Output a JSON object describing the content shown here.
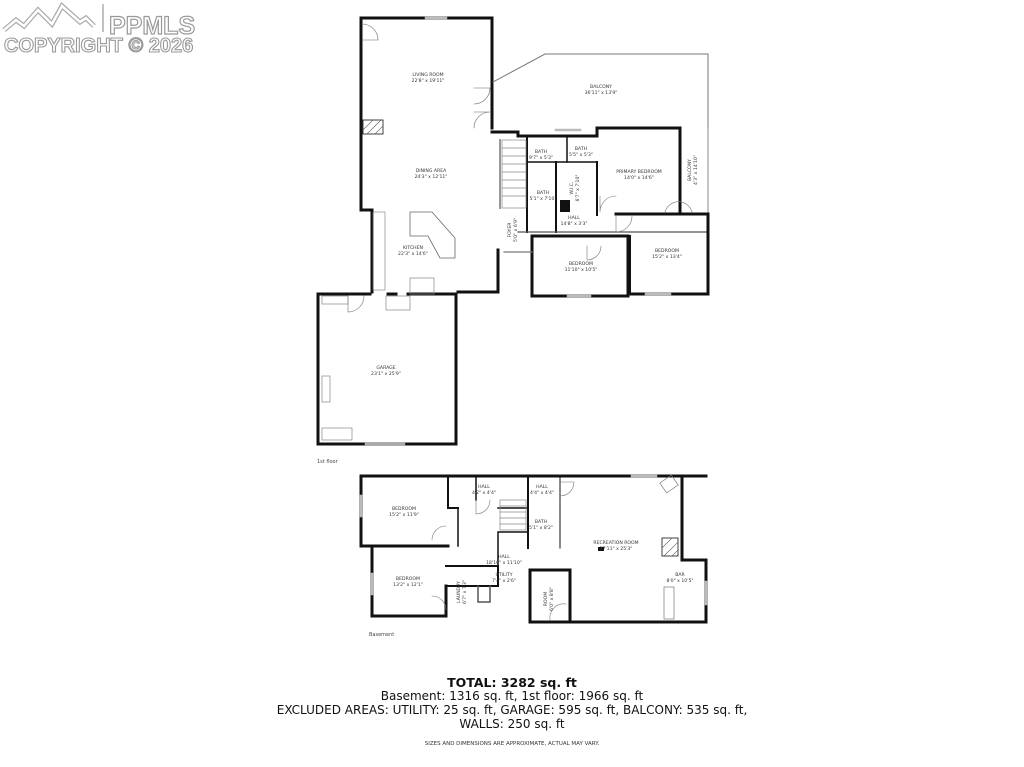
{
  "watermark": {
    "brand": "PPMLS",
    "copyright": "COPYRIGHT © 2026"
  },
  "first_floor": {
    "label": "1st floor",
    "rooms": [
      {
        "name": "LIVING ROOM",
        "dims": "22'8\" x 19'11\""
      },
      {
        "name": "DINING AREA",
        "dims": "24'3\" x 12'11\""
      },
      {
        "name": "KITCHEN",
        "dims": "22'3\" x 14'6\""
      },
      {
        "name": "BALCONY",
        "dims": "36'11\" x 13'9\""
      },
      {
        "name": "BATH",
        "dims": "9'7\" x 5'3\""
      },
      {
        "name": "BATH",
        "dims": "5'5\" x 5'3\""
      },
      {
        "name": "PRIMARY BEDROOM",
        "dims": "14'0\" x 14'6\""
      },
      {
        "name": "BALCONY",
        "dims": "4'3\" x 14'10\""
      },
      {
        "name": "BATH",
        "dims": "5'1\" x 7'10\""
      },
      {
        "name": "W.I.C.",
        "dims": "6'7\" x 7'10\""
      },
      {
        "name": "HALL",
        "dims": "14'8\" x 3'3\""
      },
      {
        "name": "FOYER",
        "dims": "5'0\" x 6'9\""
      },
      {
        "name": "BEDROOM",
        "dims": "11'10\" x 10'5\""
      },
      {
        "name": "BEDROOM",
        "dims": "15'2\" x 13'4\""
      },
      {
        "name": "GARAGE",
        "dims": "23'1\" x 25'9\""
      }
    ]
  },
  "basement": {
    "label": "Basement",
    "rooms": [
      {
        "name": "BEDROOM",
        "dims": "15'2\" x 11'9\""
      },
      {
        "name": "HALL",
        "dims": "4'2\" x 4'4\""
      },
      {
        "name": "HALL",
        "dims": "4'4\" x 4'4\""
      },
      {
        "name": "BATH",
        "dims": "5'1\" x 8'2\""
      },
      {
        "name": "RECREATION ROOM",
        "dims": "27'11\" x 25'3\""
      },
      {
        "name": "HALL",
        "dims": "18'10\" x 11'10\""
      },
      {
        "name": "BEDROOM",
        "dims": "13'2\" x 12'1\""
      },
      {
        "name": "LAUNDRY",
        "dims": "6'7\" x 7'3\""
      },
      {
        "name": "UTILITY",
        "dims": "7'4\" x 2'6\""
      },
      {
        "name": "ROOM",
        "dims": "6'0\" x 8'8\""
      },
      {
        "name": "BAR",
        "dims": "8'0\" x 10'5\""
      }
    ]
  },
  "summary": {
    "total": "TOTAL: 3282 sq. ft",
    "floors": "Basement: 1316 sq. ft, 1st floor: 1966 sq. ft",
    "excluded": "EXCLUDED AREAS: UTILITY: 25 sq. ft, GARAGE: 595 sq. ft, BALCONY: 535 sq. ft,",
    "walls": "WALLS: 250 sq. ft",
    "disclaimer": "SIZES AND DIMENSIONS ARE APPROXIMATE, ACTUAL MAY VARY."
  }
}
